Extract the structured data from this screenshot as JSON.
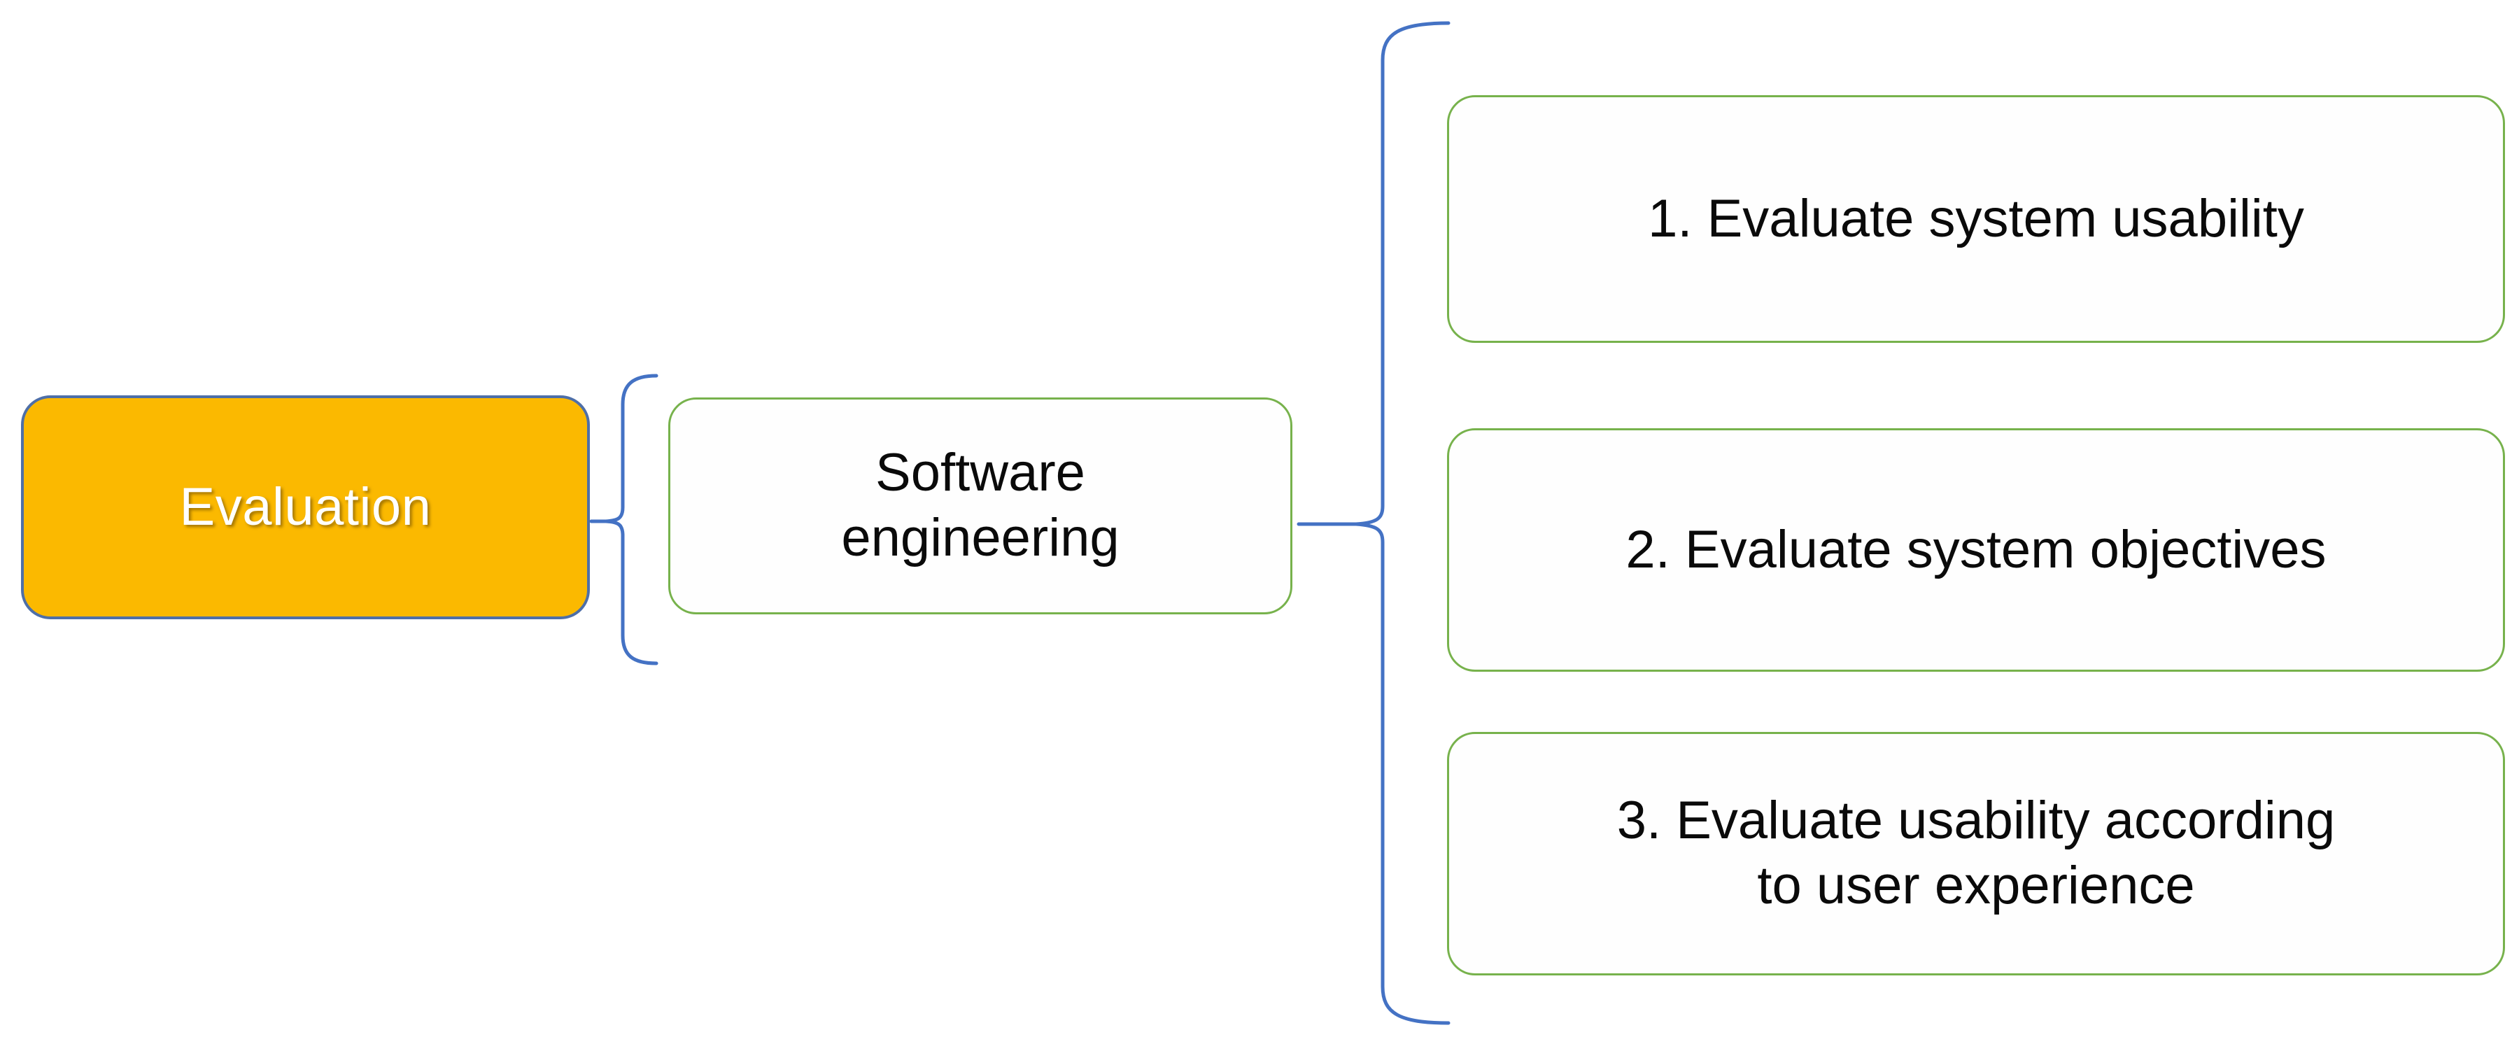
{
  "diagram": {
    "type": "mind-map",
    "title": "Evaluation",
    "root": {
      "label": "Evaluation",
      "fill_color": "#FBB900",
      "border_color": "#4E6FA8",
      "text_color": "#FFFFFF"
    },
    "branch": {
      "label": "Software\nengineering",
      "label_line1": "Software",
      "label_line2": "engineering",
      "border_color": "#77B24C",
      "text_color": "#000000"
    },
    "items": [
      {
        "number": "1.",
        "label": "1. Evaluate system usability",
        "border_color": "#77B24C"
      },
      {
        "number": "2.",
        "label": "2. Evaluate system objectives",
        "border_color": "#77B24C"
      },
      {
        "number": "3.",
        "label_line1": "3. Evaluate usability according",
        "label_line2": "to user experience",
        "label": "3. Evaluate usability according to user experience",
        "border_color": "#77B24C"
      }
    ],
    "connector_color": "#4472C4"
  }
}
